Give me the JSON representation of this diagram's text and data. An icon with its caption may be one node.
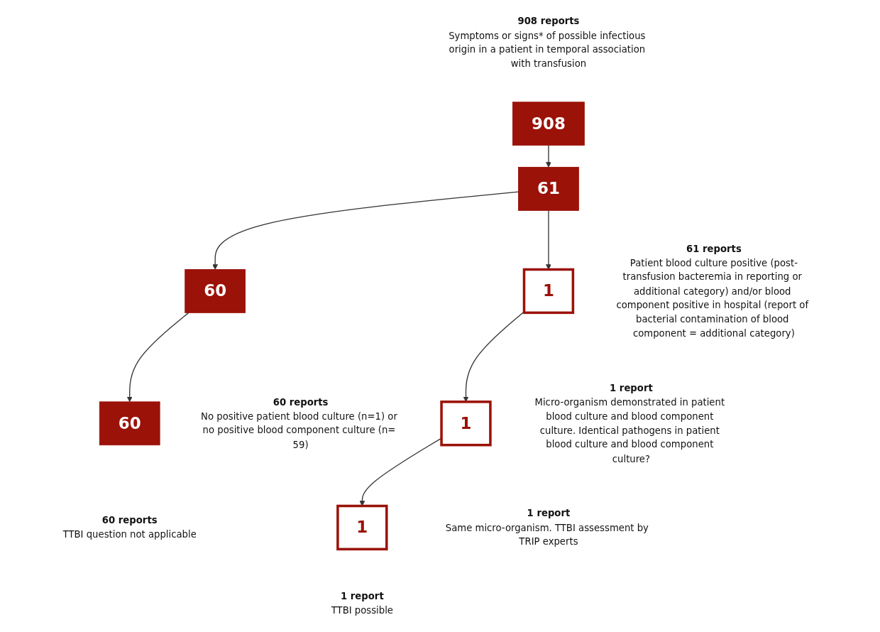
{
  "diagram": {
    "nodes": [
      {
        "text": [
          "908"
        ],
        "beside": [
          "908 reports",
          "Symptoms or signs* of possible infectious origin in a patient in temporal association with transfusion"
        ]
      },
      {
        "text": [
          "61"
        ],
        "beside": [
          "61 reports",
          "Patient blood culture positive (post-transfusion bacteremia in reporting or additional category) and/or blood component positive in hospital (report of bacterial contamination of blood component = additional category)"
        ]
      },
      {
        "text": [
          "60"
        ],
        "beside": [
          "60 reports",
          "No positive patient blood culture (n=1) or no positive blood component culture (n= 59)"
        ]
      },
      {
        "text": [
          "1"
        ],
        "beside": [
          "1 report",
          "Micro-organism demonstrated in patient blood culture and blood component culture. Identical pathogens in patient blood culture and blood component culture?"
        ]
      },
      {
        "text": [
          "60"
        ],
        "beside": [
          "60 reports",
          "TTBI question not applicable"
        ]
      },
      {
        "text": [
          "1"
        ],
        "beside": [
          "1 report",
          "Same micro-organism. TTBI assessment by TRIP experts"
        ]
      },
      {
        "text": [
          "1"
        ],
        "beside": [
          "1 report",
          "TTBI possible"
        ]
      }
    ],
    "edges": [
      {
        "from": 0,
        "to": 1,
        "arrow": "to"
      },
      {
        "from": 1,
        "to": 2,
        "arrow": "to"
      },
      {
        "from": 1,
        "to": 3,
        "arrow": "to"
      },
      {
        "from": 2,
        "to": 4,
        "arrow": "to"
      },
      {
        "from": 3,
        "to": 5,
        "arrow": "to"
      },
      {
        "from": 5,
        "to": 6,
        "arrow": "to"
      }
    ]
  }
}
